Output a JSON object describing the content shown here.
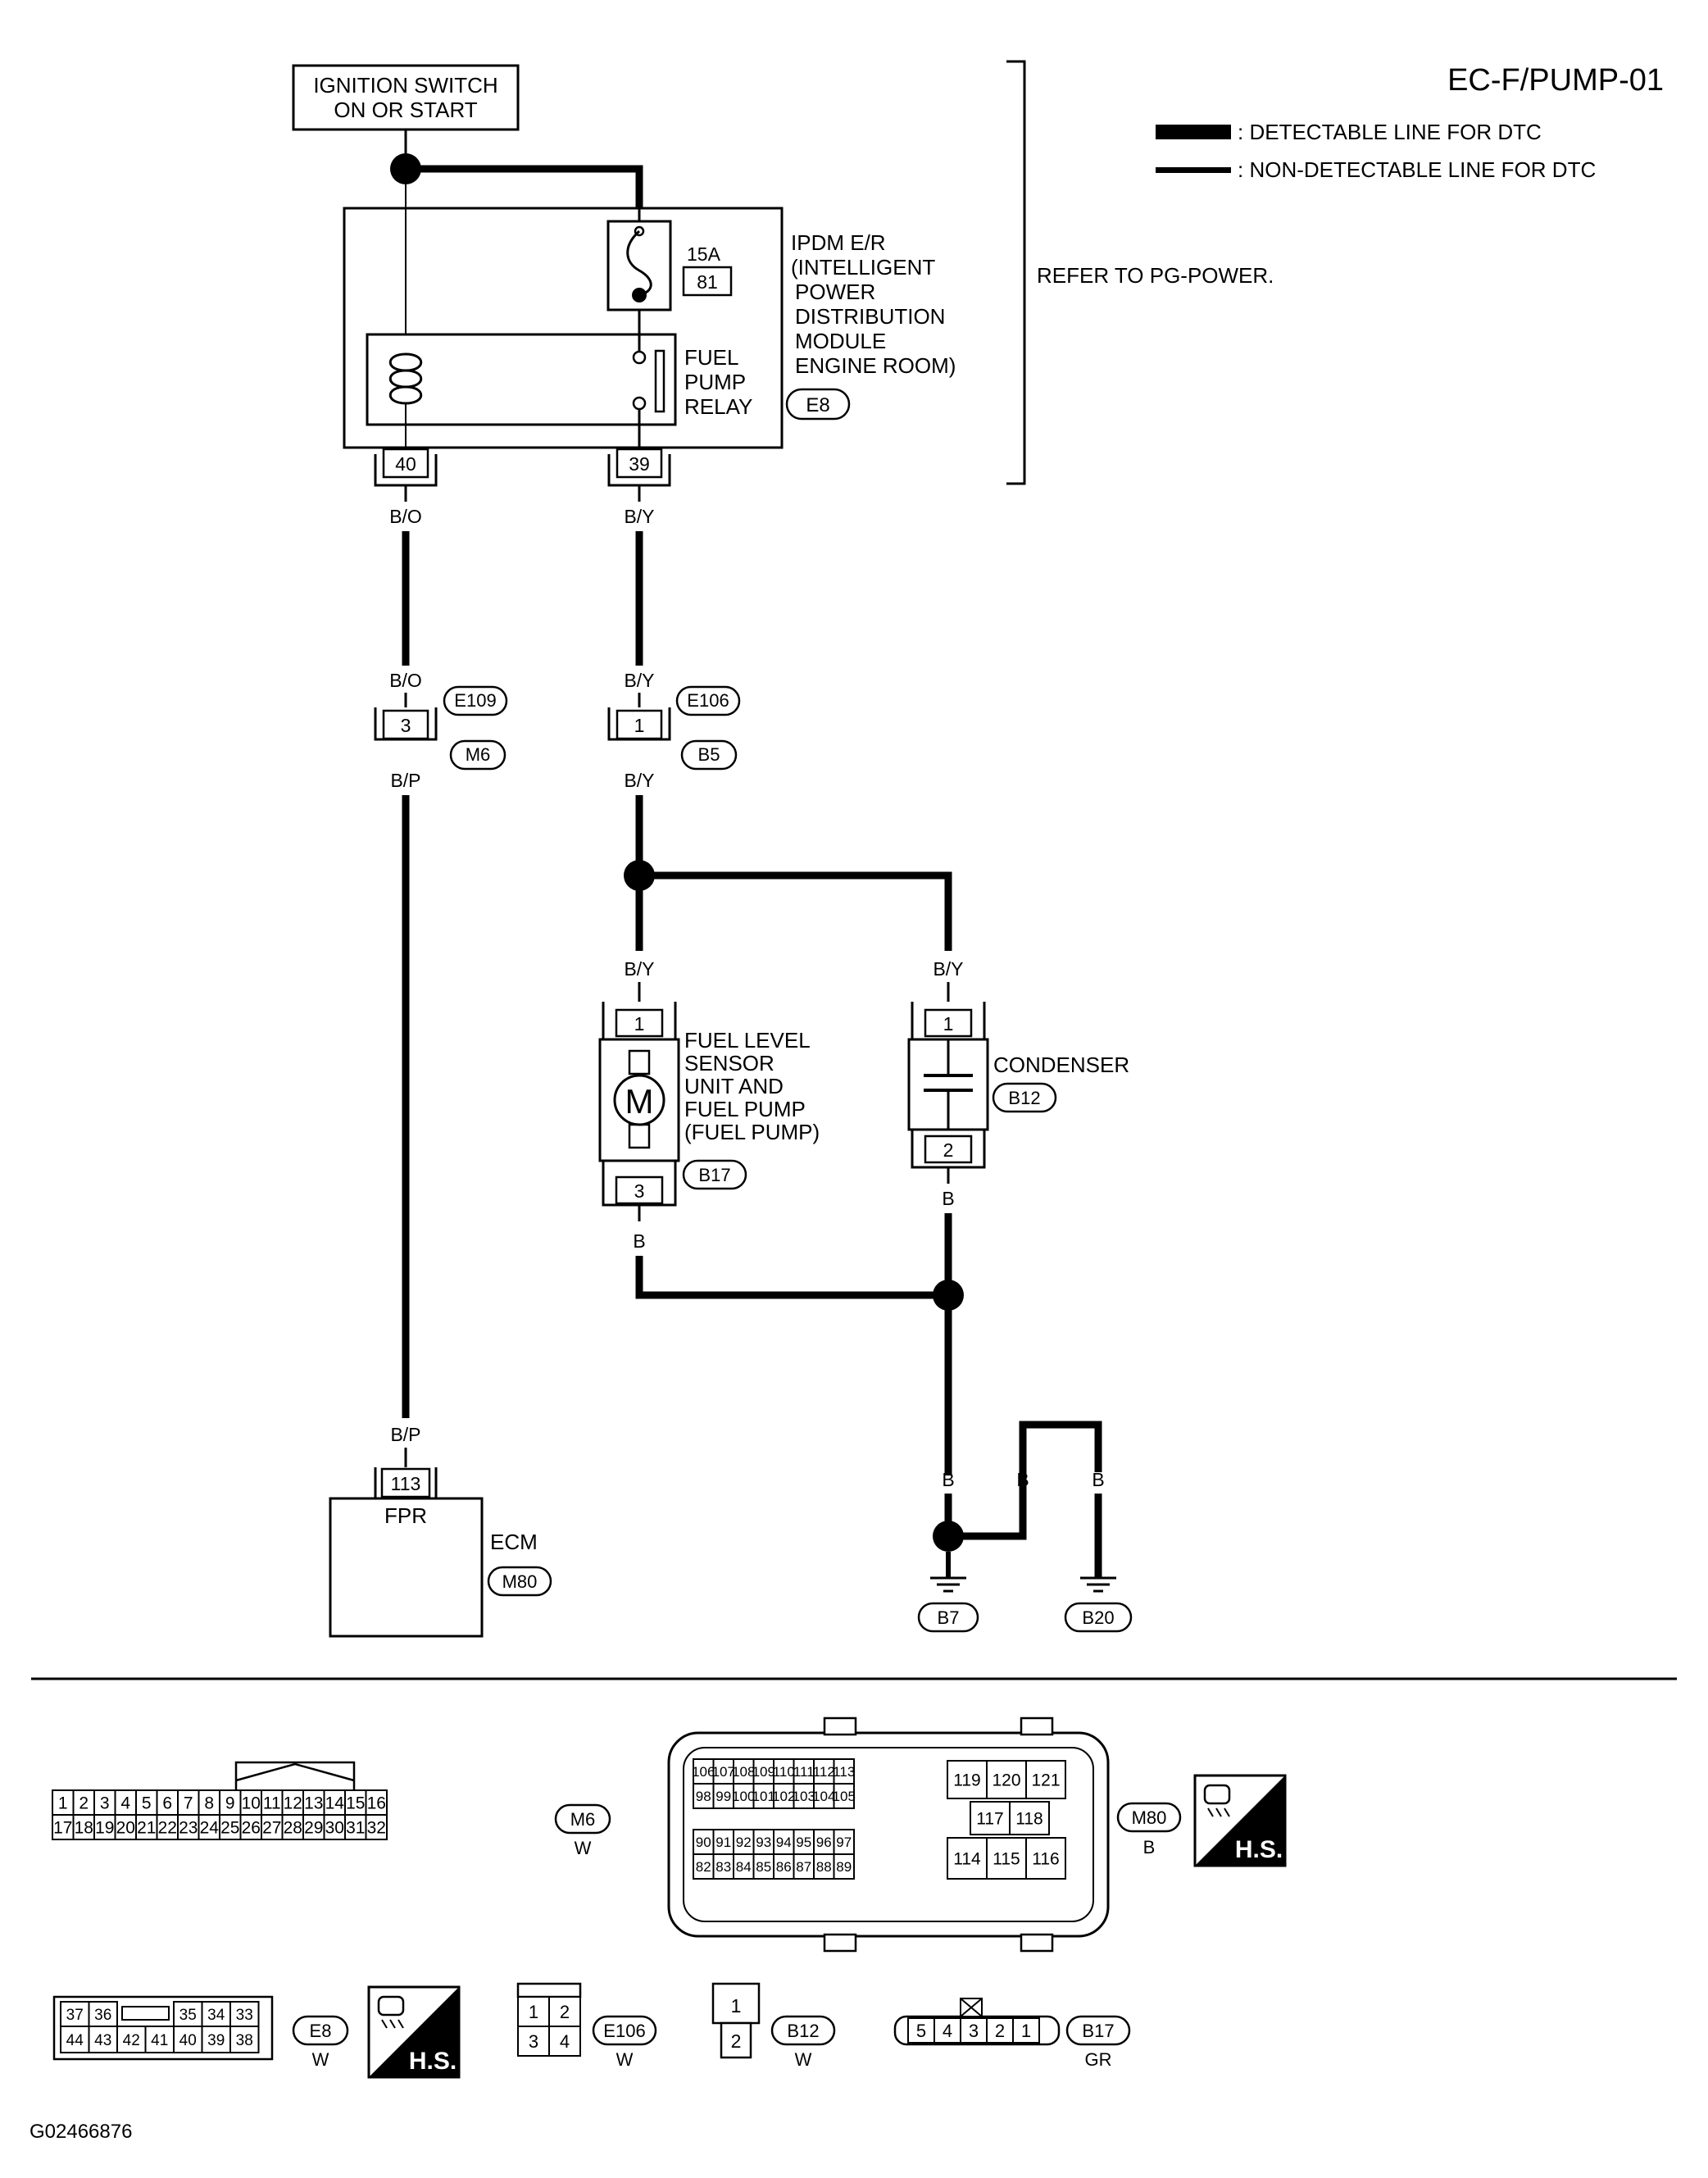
{
  "title": "EC-F/PUMP-01",
  "legend": {
    "detectable": ": DETECTABLE LINE FOR DTC",
    "non_detectable": ": NON-DETECTABLE LINE FOR DTC"
  },
  "ignition_switch": {
    "line1": "IGNITION SWITCH",
    "line2": "ON OR START"
  },
  "refer_text": "REFER TO PG-POWER.",
  "fuse": {
    "rating": "15A",
    "number": "81"
  },
  "ipdm": {
    "lines": [
      "IPDM E/R",
      "(INTELLIGENT",
      "POWER",
      "DISTRIBUTION",
      "MODULE",
      "ENGINE ROOM)"
    ],
    "connector": "E8"
  },
  "relay": {
    "lines": [
      "FUEL",
      "PUMP",
      "RELAY"
    ]
  },
  "terminals": {
    "ipdm_left": "40",
    "ipdm_right": "39",
    "mid_left": "3",
    "mid_right": "1",
    "pump_top": "1",
    "pump_bottom": "3",
    "cond_top": "1",
    "cond_bottom": "2",
    "ecm": "113"
  },
  "wires": {
    "bo_1": "B/O",
    "by_1": "B/Y",
    "bo_2": "B/O",
    "by_2": "B/Y",
    "bp_1": "B/P",
    "by_3": "B/Y",
    "by_4": "B/Y",
    "by_5": "B/Y",
    "b_pump": "B",
    "b_cond": "B",
    "bp_2": "B/P",
    "b_g1": "B",
    "b_g2": "B",
    "b_g3": "B"
  },
  "connectors": {
    "e109": "E109",
    "m6": "M6",
    "e106": "E106",
    "b5": "B5",
    "b17": "B17",
    "b12": "B12",
    "m80": "M80",
    "b7": "B7",
    "b20": "B20"
  },
  "fuel_pump": {
    "lines": [
      "FUEL LEVEL",
      "SENSOR",
      "UNIT AND",
      "FUEL PUMP",
      "(FUEL PUMP)"
    ],
    "motor": "M"
  },
  "condenser": {
    "label": "CONDENSER"
  },
  "ecm": {
    "pin_label": "FPR",
    "label": "ECM"
  },
  "connector_views": {
    "m6": {
      "id": "M6",
      "color": "W",
      "row1": [
        "1",
        "2",
        "3",
        "4",
        "5",
        "6",
        "7",
        "8",
        "9",
        "10",
        "11",
        "12",
        "13",
        "14",
        "15",
        "16"
      ],
      "row2": [
        "17",
        "18",
        "19",
        "20",
        "21",
        "22",
        "23",
        "24",
        "25",
        "26",
        "27",
        "28",
        "29",
        "30",
        "31",
        "32"
      ]
    },
    "m80": {
      "id": "M80",
      "color": "B",
      "tl1": [
        "106",
        "107",
        "108",
        "109",
        "110",
        "111",
        "112",
        "113"
      ],
      "tl2": [
        "98",
        "99",
        "100",
        "101",
        "102",
        "103",
        "104",
        "105"
      ],
      "bl1": [
        "90",
        "91",
        "92",
        "93",
        "94",
        "95",
        "96",
        "97"
      ],
      "bl2": [
        "82",
        "83",
        "84",
        "85",
        "86",
        "87",
        "88",
        "89"
      ],
      "rt": [
        "119",
        "120",
        "121"
      ],
      "rm": [
        "117",
        "118"
      ],
      "rb": [
        "114",
        "115",
        "116"
      ]
    },
    "e8": {
      "id": "E8",
      "color": "W",
      "row1": [
        "37",
        "36",
        "35",
        "34",
        "33"
      ],
      "row2": [
        "44",
        "43",
        "42",
        "41",
        "40",
        "39",
        "38"
      ]
    },
    "e106": {
      "id": "E106",
      "color": "W",
      "row1": [
        "1",
        "2"
      ],
      "row2": [
        "3",
        "4"
      ]
    },
    "b12": {
      "id": "B12",
      "color": "W",
      "pins": [
        "1",
        "2"
      ]
    },
    "b17": {
      "id": "B17",
      "color": "GR",
      "pins": [
        "5",
        "4",
        "3",
        "2",
        "1"
      ]
    }
  },
  "hs_label": "H.S.",
  "image_id": "G02466876"
}
